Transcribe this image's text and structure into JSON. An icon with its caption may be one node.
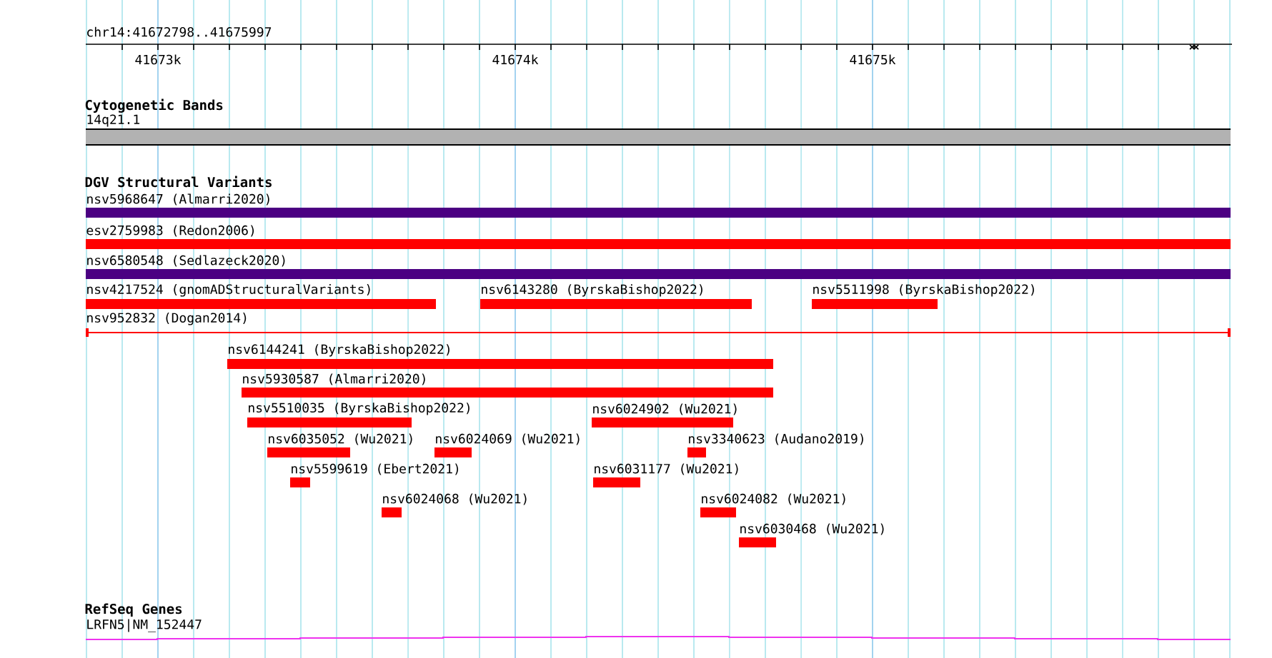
{
  "diagram": {
    "title": "chr14:41672798..41675997",
    "nodes": [
      {
        "text": [
          "14q21.1"
        ]
      },
      {
        "text": [
          "nsv5968647 (Almarri2020)"
        ]
      },
      {
        "text": [
          "esv2759983 (Redon2006)"
        ]
      },
      {
        "text": [
          "nsv6580548 (Sedlazeck2020)"
        ]
      },
      {
        "text": [
          "nsv4217524 (gnomADStructuralVariants)"
        ]
      },
      {
        "text": [
          "nsv6143280 (ByrskaBishop2022)"
        ]
      },
      {
        "text": [
          "nsv5511998 (ByrskaBishop2022)"
        ]
      },
      {
        "text": [
          "nsv952832 (Dogan2014)"
        ]
      },
      {
        "text": [
          "nsv6144241 (ByrskaBishop2022)"
        ]
      },
      {
        "text": [
          "nsv5930587 (Almarri2020)"
        ]
      },
      {
        "text": [
          "nsv5510035 (ByrskaBishop2022)"
        ]
      },
      {
        "text": [
          "nsv6024902 (Wu2021)"
        ]
      },
      {
        "text": [
          "nsv6035052 (Wu2021)"
        ]
      },
      {
        "text": [
          "nsv6024069 (Wu2021)"
        ]
      },
      {
        "text": [
          "nsv3340623 (Audano2019)"
        ]
      },
      {
        "text": [
          "nsv5599619 (Ebert2021)"
        ]
      },
      {
        "text": [
          "nsv6031177 (Wu2021)"
        ]
      },
      {
        "text": [
          "nsv6024068 (Wu2021)"
        ]
      },
      {
        "text": [
          "nsv6024082 (Wu2021)"
        ]
      },
      {
        "text": [
          "nsv6030468 (Wu2021)"
        ]
      },
      {
        "text": [
          "LRFN5|NM_152447"
        ]
      }
    ],
    "labels": [
      "41673k",
      "41674k",
      "41675k",
      "Cytogenetic Bands",
      "DGV Structural Variants",
      "RefSeq Genes"
    ]
  }
}
